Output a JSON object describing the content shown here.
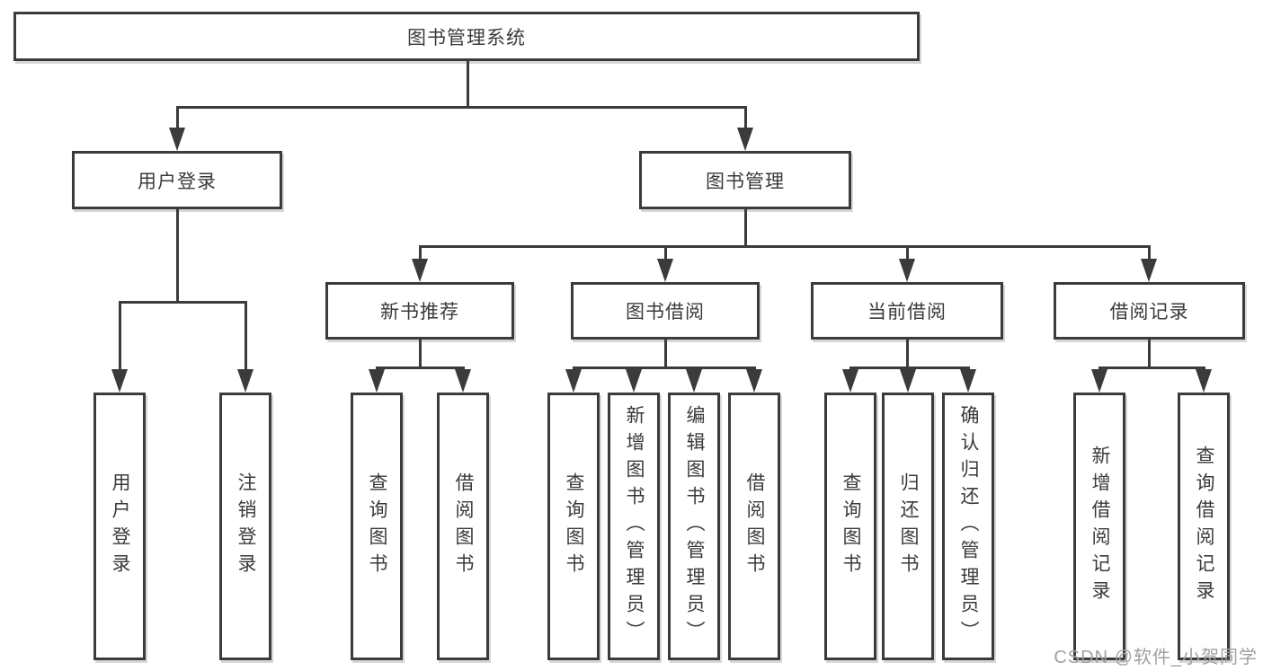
{
  "diagram": {
    "root": {
      "label": "图书管理系统"
    },
    "level2": [
      {
        "label": "用户登录",
        "children": [
          "用户登录",
          "注销登录"
        ]
      },
      {
        "label": "图书管理"
      }
    ],
    "level3": [
      {
        "label": "新书推荐",
        "children": [
          "查询图书",
          "借阅图书"
        ]
      },
      {
        "label": "图书借阅",
        "children": [
          "查询图书",
          "新增图书（管理员）",
          "编辑图书（管理员）",
          "借阅图书"
        ]
      },
      {
        "label": "当前借阅",
        "children": [
          "查询图书",
          "归还图书",
          "确认归还（管理员）"
        ]
      },
      {
        "label": "借阅记录",
        "children": [
          "新增借阅记录",
          "查询借阅记录"
        ]
      }
    ]
  },
  "watermark": {
    "text": "CSDN @软件_小贺同学"
  },
  "colors": {
    "line": "#3b3b3b",
    "text": "#3a3a3a",
    "watermark": "#a0a0a0",
    "background": "#ffffff"
  }
}
